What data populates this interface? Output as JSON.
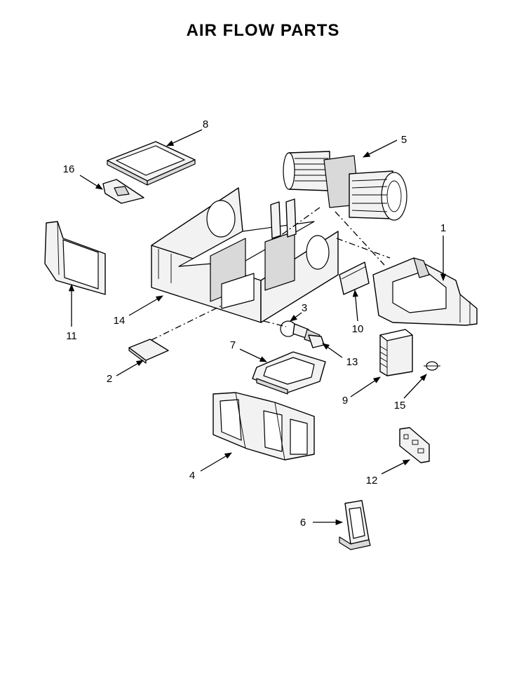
{
  "title": "AIR FLOW PARTS",
  "callouts": {
    "p1": "1",
    "p2": "2",
    "p3": "3",
    "p4": "4",
    "p5": "5",
    "p6": "6",
    "p7": "7",
    "p8": "8",
    "p9": "9",
    "p10": "10",
    "p11": "11",
    "p12": "12",
    "p13": "13",
    "p14": "14",
    "p15": "15",
    "p16": "16"
  }
}
